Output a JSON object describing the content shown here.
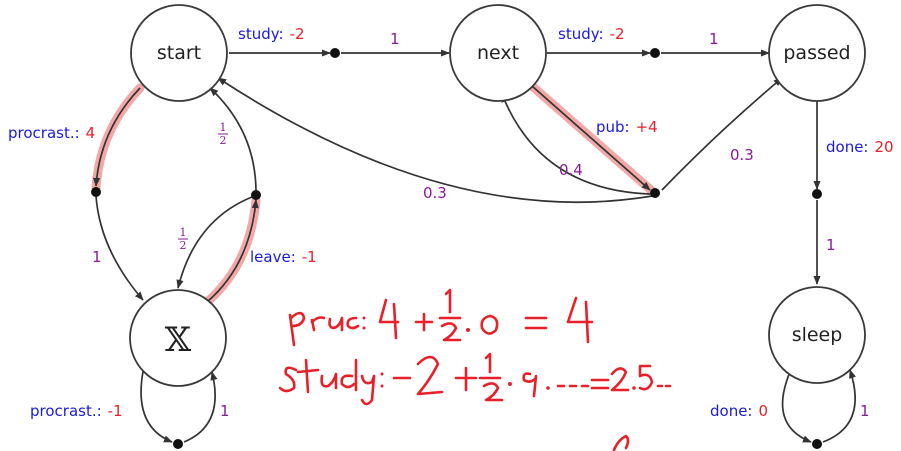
{
  "states": {
    "start": "start",
    "next": "next",
    "passed": "passed",
    "x": "𝕏",
    "sleep": "sleep"
  },
  "actions": {
    "start_study": "study:",
    "start_study_reward": "-2",
    "next_study": "study:",
    "next_study_reward": "-2",
    "start_procrast": "procrast.:",
    "start_procrast_reward": "4",
    "next_pub": "pub:",
    "next_pub_reward": "+4",
    "passed_done": "done:",
    "passed_done_reward": "20",
    "x_leave": "leave:",
    "x_leave_reward": "-1",
    "x_procrast": "procrast.:",
    "x_procrast_reward": "-1",
    "sleep_done": "done:",
    "sleep_done_reward": "0"
  },
  "probabilities": {
    "start_study_to_next": "1",
    "next_study_to_passed": "1",
    "procrast_to_x": "1",
    "leave_to_start_num": "1",
    "leave_to_start_den": "2",
    "leave_to_x_num": "1",
    "leave_to_x_den": "2",
    "pub_to_start": "0.3",
    "pub_to_next": "0.4",
    "pub_to_passed": "0.3",
    "done_to_sleep": "1",
    "x_procrast_to_x": "1",
    "sleep_done_to_sleep": "1"
  },
  "colors": {
    "action": "#1a1adb",
    "reward": "#e8202a",
    "probability": "#8a1a9a",
    "highlight": "#f2a3a3",
    "handwriting": "#e8202a"
  }
}
